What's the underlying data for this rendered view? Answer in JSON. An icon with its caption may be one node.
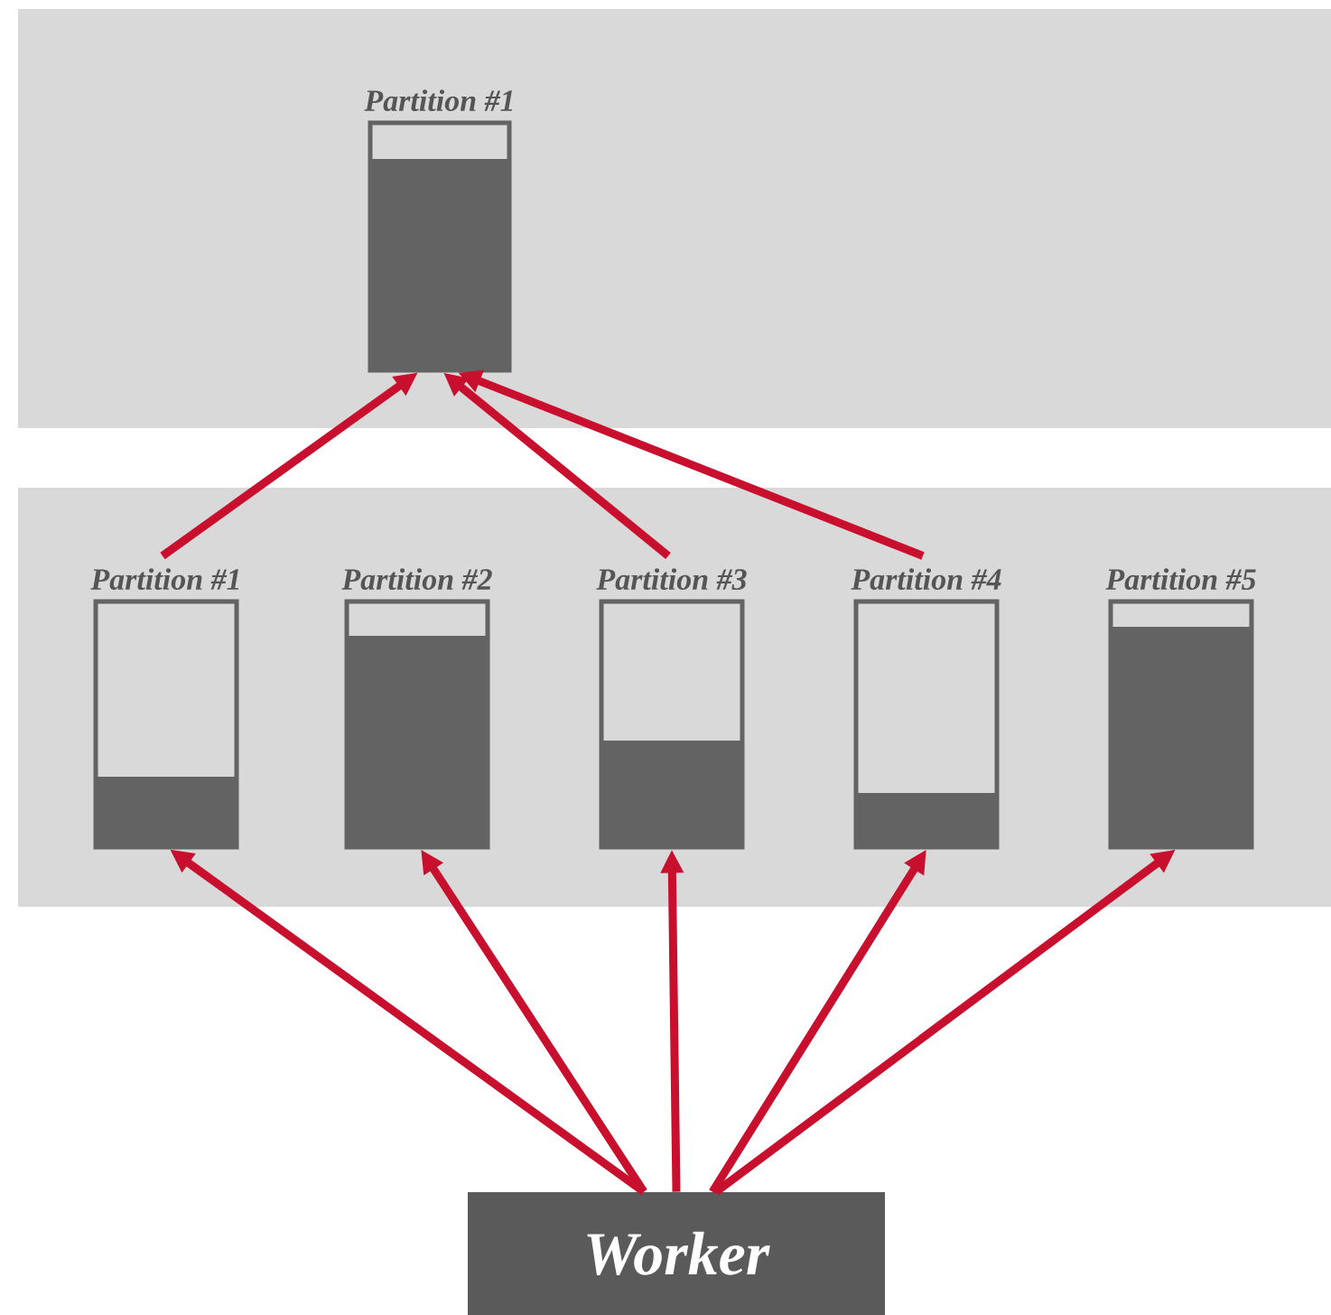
{
  "diagram": {
    "nodes": [
      {
        "text": [],
        "shape": "band"
      },
      {
        "text": [
          "Partition #1"
        ],
        "in": 0
      },
      {
        "text": [],
        "shape": "band"
      },
      {
        "text": [
          "Partition #1"
        ],
        "in": 2
      },
      {
        "text": [
          "Partition #2"
        ],
        "in": 2
      },
      {
        "text": [
          "Partition #3"
        ],
        "in": 2
      },
      {
        "text": [
          "Partition #4"
        ],
        "in": 2
      },
      {
        "text": [
          "Partition #5"
        ],
        "in": 2
      },
      {
        "text": [
          "Worker"
        ]
      }
    ],
    "edges": [
      {
        "from": 3,
        "to": 1,
        "arrow": "to"
      },
      {
        "from": 5,
        "to": 1,
        "arrow": "to"
      },
      {
        "from": 6,
        "to": 1,
        "arrow": "to"
      },
      {
        "from": 8,
        "to": 3,
        "arrow": "to"
      },
      {
        "from": 8,
        "to": 4,
        "arrow": "to"
      },
      {
        "from": 8,
        "to": 5,
        "arrow": "to"
      },
      {
        "from": 8,
        "to": 6,
        "arrow": "to"
      },
      {
        "from": 8,
        "to": 7,
        "arrow": "to"
      }
    ]
  }
}
